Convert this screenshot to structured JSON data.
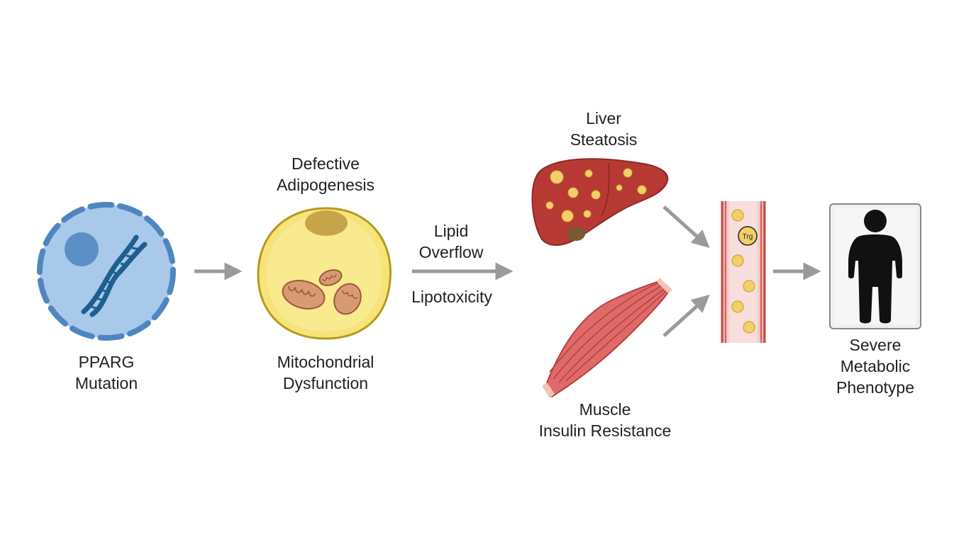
{
  "nodes": {
    "pparg": {
      "line1": "PPARG",
      "line2": "Mutation"
    },
    "adipogenesis": {
      "line1": "Defective",
      "line2": "Adipogenesis"
    },
    "mito": {
      "line1": "Mitochondrial",
      "line2": "Dysfunction"
    },
    "lipid": {
      "line1": "Lipid",
      "line2": "Overflow"
    },
    "lipotox": {
      "line1": "Lipotoxicity"
    },
    "liver": {
      "line1": "Liver",
      "line2": "Steatosis"
    },
    "muscle": {
      "line1": "Muscle",
      "line2": "Insulin Resistance"
    },
    "vessel": {
      "badge": "Trg"
    },
    "phenotype": {
      "line1": "Severe",
      "line2": "Metabolic",
      "line3": "Phenotype"
    }
  },
  "colors": {
    "nucleus_fill": "#a9c9ea",
    "nucleus_stroke": "#4f86bf",
    "dna": "#1f5f8f",
    "adipocyte_fill": "#f6e37a",
    "adipocyte_stroke": "#b59a1c",
    "mitochondria": "#d89a73",
    "liver": "#b63a33",
    "lipid_droplet": "#f2cf68",
    "muscle": "#e06a68",
    "vessel": "#f6d2d0",
    "vessel_stroke": "#c8473f",
    "arrow": "#9a9a9a",
    "person": "#111111"
  },
  "icons": [
    "cell-nucleus-dna-icon",
    "adipocyte-icon",
    "liver-icon",
    "muscle-icon",
    "blood-vessel-icon",
    "person-icon"
  ]
}
